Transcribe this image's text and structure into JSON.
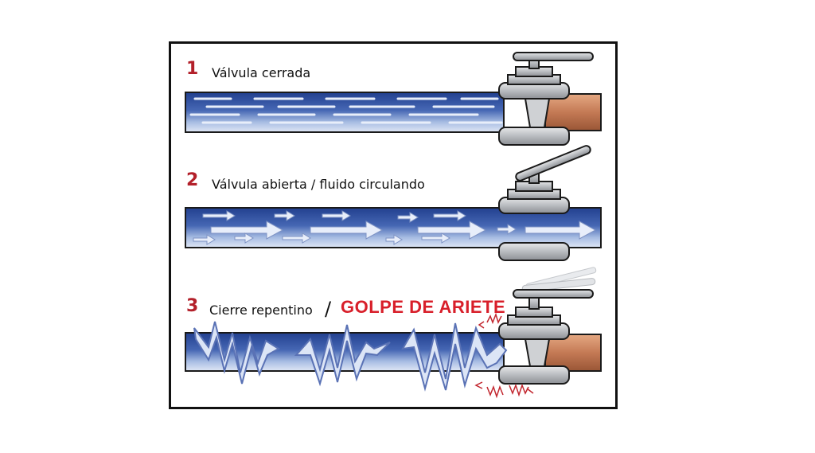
{
  "steps": [
    {
      "number": "1",
      "label": "Válvula cerrada",
      "state": "closed"
    },
    {
      "number": "2",
      "label": "Válvula abierta / fluido circulando",
      "state": "open"
    },
    {
      "number": "3",
      "label": "Cierre repentino",
      "separator": "/",
      "alert": "GOLPE DE ARIETE",
      "state": "sudden-close"
    }
  ],
  "colors": {
    "frame": "#111111",
    "step_number": "#b3202a",
    "alert": "#d81f2a",
    "pipe_dark": "#1f3f8f",
    "pipe_light": "#c9d6ee",
    "valve_grey": "#b9bcc0",
    "copper": "#c47a55"
  }
}
